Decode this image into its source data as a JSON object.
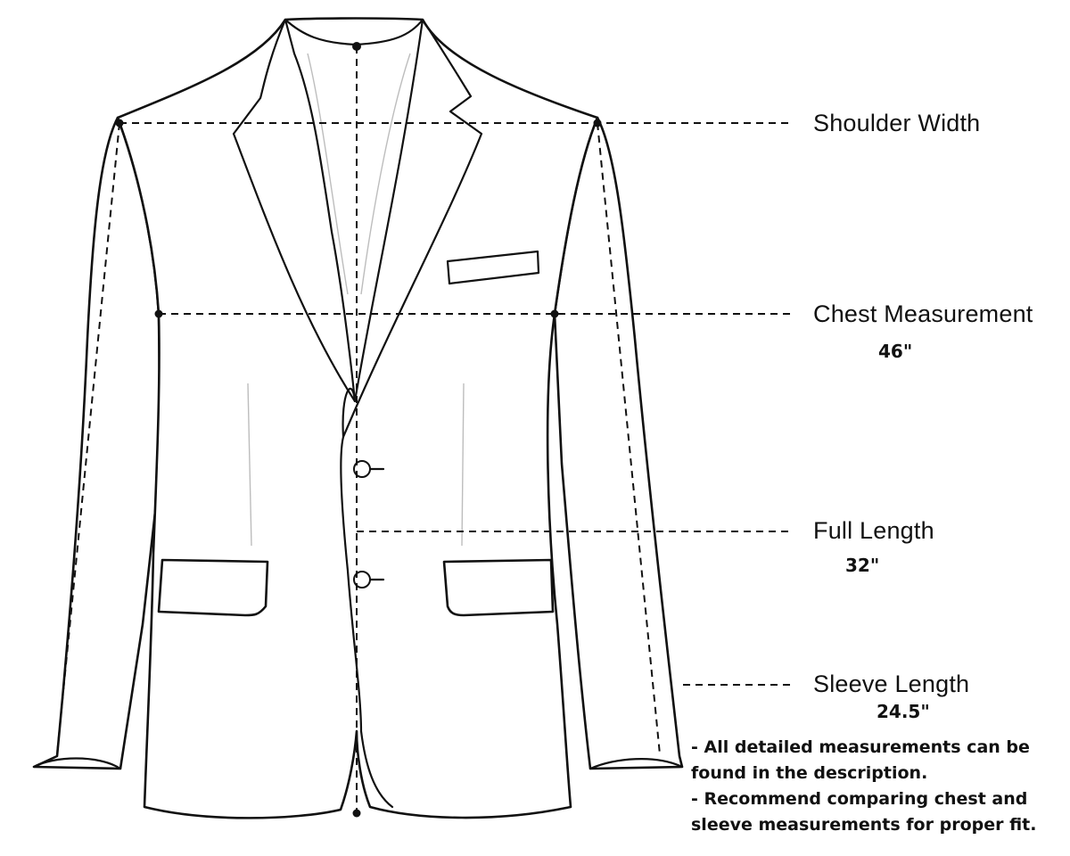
{
  "labels": {
    "shoulder_width": "Shoulder Width",
    "chest_measurement": "Chest Measurement",
    "chest_value": "46\"",
    "full_length": "Full Length",
    "full_length_value": "32\"",
    "sleeve_length": "Sleeve Length",
    "sleeve_length_value": "24.5\""
  },
  "notes": [
    "- All detailed measurements can be",
    "found in the description.",
    "- Recommend comparing chest and",
    "sleeve measurements for proper fit."
  ],
  "colors": {
    "line": "#111111",
    "background": "#ffffff",
    "faint_line": "#bdbdbd"
  }
}
